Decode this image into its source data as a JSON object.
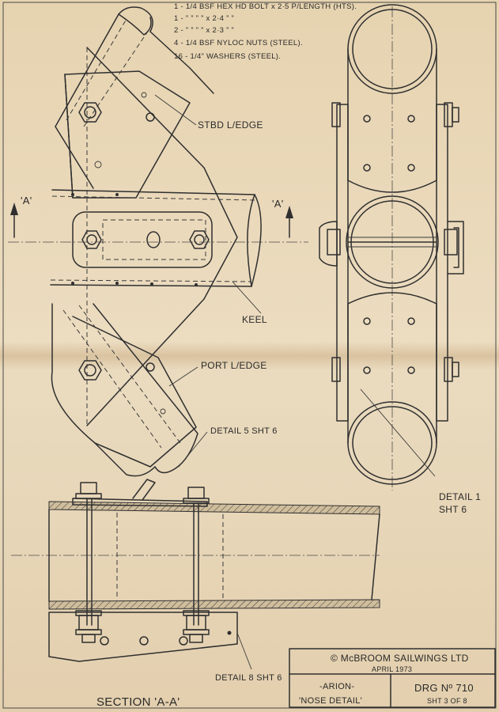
{
  "parts_list": [
    "1 - 1/4 BSF HEX HD BOLT x 2·5 P/LENGTH (HTS).",
    "1 -  ”   ”   ”   ”   x 2·4   ”   ”",
    "2 -  ”   ”   ”   ”   x 2·3   ”   ”",
    "4 - 1/4 BSF NYLOC NUTS (STEEL).",
    "16 - 1/4” WASHERS (STEEL)."
  ],
  "labels": {
    "stbd": "STBD L/EDGE",
    "keel": "KEEL",
    "port": "PORT L/EDGE",
    "detail5": "DETAIL 5 SHT 6",
    "detail1_a": "DETAIL 1",
    "detail1_b": "SHT 6",
    "detail8": "DETAIL 8 SHT 6",
    "section_a_left": "'A'",
    "section_a_right": "'A'",
    "section_title": "SECTION 'A-A'"
  },
  "title_block": {
    "company": "© McBROOM SAILWINGS LTD",
    "date": "APRIL 1973",
    "project": "-ARION-",
    "subject": "'NOSE DETAIL'",
    "drawing_no": "DRG Nº 710",
    "sheet": "SHT 3 OF 8"
  },
  "colors": {
    "paper": "#e8d7b8",
    "ink": "#2f2f2f"
  }
}
